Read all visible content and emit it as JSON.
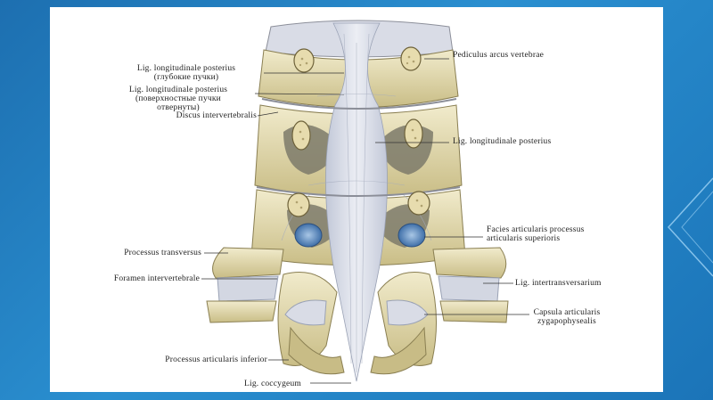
{
  "labels": {
    "pediculus": "Pediculus arcus vertebrae",
    "lig_deep_1": "Lig. longitudinale posterius",
    "lig_deep_2": "(глубокие пучки)",
    "lig_surf_1": "Lig. longitudinale posterius",
    "lig_surf_2": "(поверхностные пучки",
    "lig_surf_3": "отвернуты)",
    "discus": "Discus intervertebralis",
    "lig_post_right": "Lig. longitudinale posterius",
    "facies_1": "Facies articularis processus",
    "facies_2": "articularis superioris",
    "proc_transversus": "Processus transversus",
    "foramen": "Foramen intervertebrale",
    "lig_intertransv": "Lig. intertransversarium",
    "capsula_1": "Capsula articularis",
    "capsula_2": "zygapophysealis",
    "proc_art_inf": "Processus articularis inferior",
    "lig_coccygeum": "Lig. coccygeum"
  },
  "colors": {
    "slide_bg": "#2a8fd0",
    "bone": "#e9e1b8",
    "bone_shade": "#c8bc86",
    "ligament": "#d7dbe6",
    "ligament_shade": "#aab3c7",
    "cavity": "#7d7a6a",
    "cartilage": "#6b98c9"
  }
}
